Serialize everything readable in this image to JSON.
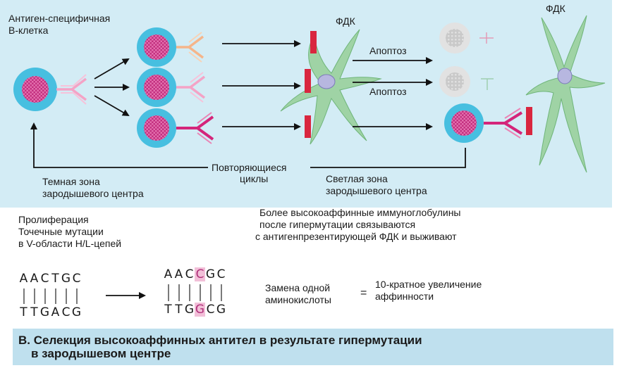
{
  "labels": {
    "antigen_cell": "Антиген-специфичная",
    "antigen_cell_line2": "В-клетка",
    "fdc_left": "ФДК",
    "fdc_right": "ФДК",
    "apoptosis_1": "Апоптоз",
    "apoptosis_2": "Апоптоз",
    "repeat_line1": "Повторяющиеся",
    "repeat_line2": "циклы",
    "dark_zone_line1": "Темная зона",
    "dark_zone_line2": "зародышевого центра",
    "light_zone_line1": "Светлая зона",
    "light_zone_line2": "зародышевого центра",
    "prolif_line1": "Пролиферация",
    "prolif_line2": "Точечные мутации",
    "prolif_line3": "в V-области H/L-цепей",
    "affinity_line1": "Более высокоаффинные иммуноглобулины",
    "affinity_line2": "после гипермутации связываются",
    "affinity_line3": "с антигенпрезентирующей ФДК и выживают",
    "substitution_line1": "Замена одной",
    "substitution_line2": "аминокислоты",
    "equals": "=",
    "result_line1": "10-кратное увеличение",
    "result_line2": "аффинности"
  },
  "dna": {
    "original_top": [
      "A",
      "A",
      "C",
      "T",
      "G",
      "C"
    ],
    "original_bottom": [
      "T",
      "T",
      "G",
      "A",
      "C",
      "G"
    ],
    "mutated_top": [
      "A",
      "A",
      "C",
      "C",
      "G",
      "C"
    ],
    "mutated_bottom": [
      "T",
      "T",
      "G",
      "G",
      "C",
      "G"
    ],
    "mutation_index": 3
  },
  "caption": {
    "line1": "B. Селекция высокоаффинных антител в результате гипермутации",
    "line2": "в зародышевом центре"
  },
  "colors": {
    "panel": "#d3ecf5",
    "cell_ring": "#47bfe0",
    "nucleus": "#c2307f",
    "fdc": "#9fd3a5",
    "receptor_low": "#f4a3c6",
    "receptor_high": "#d4257a",
    "receptor_mid": "#f5b58a",
    "fdc_antigen": "#d9263f",
    "caption_bar": "#bfe0ee"
  }
}
